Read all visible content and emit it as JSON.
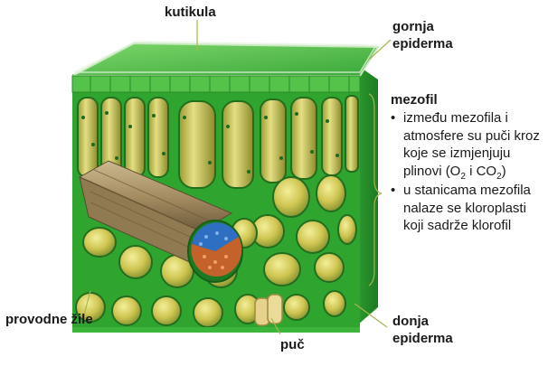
{
  "labels": {
    "kutikula": "kutikula",
    "gornja_line1": "gornja",
    "gornja_line2": "epiderma",
    "mezofil": "mezofil",
    "provodne_zile": "provodne žile",
    "puc": "puč",
    "donja_line1": "donja",
    "donja_line2": "epiderma"
  },
  "mezofil_points": [
    {
      "text_before": "između mezofila i atmosfere su puči kroz koje se izmjenjuju plinovi (O",
      "sub1": "2",
      "text_mid": " i CO",
      "sub2": "2",
      "text_after": ")"
    },
    {
      "text": "u stanicama mezofila nalaze se kloroplasti koji sadrže klorofil"
    }
  ],
  "colors": {
    "leaf_green": "#3db53a",
    "dark_green": "#1f7f26",
    "cell_yellow": "#d6cf5a",
    "vein_tan": "#b8a178",
    "xylem_blue": "#2f6fc2",
    "phloem_orange": "#c4622c",
    "leader_line": "#a8b64e"
  }
}
